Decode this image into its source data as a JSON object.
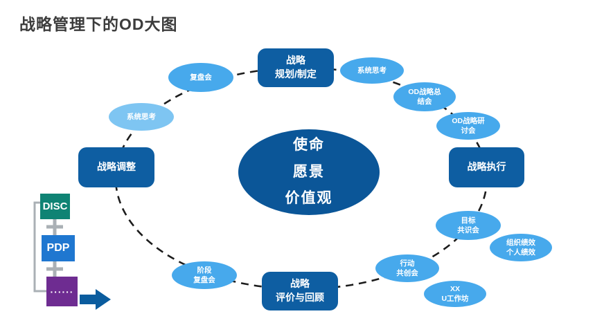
{
  "slide": {
    "title": "战略管理下的OD大图"
  },
  "colors": {
    "title_text": "#3c3c3c",
    "dark_node": "#0e5ea2",
    "center_node": "#0b5698",
    "light_node": "#47a9ec",
    "lighter_node": "#7ec5f2",
    "node_text": "#ffffff",
    "dash_line": "#1c1c1c",
    "bracket_gray": "#aab0b5",
    "disc_teal": "#0f8374",
    "pdp_blue": "#1f77d0",
    "dots_purple": "#6e2c91",
    "arrow_blue": "#0a5c9e"
  },
  "center_node": {
    "label": "使命\n愿景\n价值观"
  },
  "main_nodes": [
    {
      "id": "strategy-planning",
      "label": "战略\n规划/制定"
    },
    {
      "id": "strategy-execution",
      "label": "战略执行"
    },
    {
      "id": "strategy-review",
      "label": "战略\n评价与回顾"
    },
    {
      "id": "strategy-adjust",
      "label": "战略调整"
    }
  ],
  "sub_nodes": [
    {
      "id": "replay-meeting",
      "label": "复盘会"
    },
    {
      "id": "system-thinking-left",
      "label": "系统思考"
    },
    {
      "id": "system-thinking-right",
      "label": "系统思考"
    },
    {
      "id": "od-strategy-summary",
      "label": "OD战略总\n结会"
    },
    {
      "id": "od-strategy-seminar",
      "label": "OD战略研\n讨会"
    },
    {
      "id": "goal-consensus",
      "label": "目标\n共识会"
    },
    {
      "id": "org-personal-performance",
      "label": "组织绩效\n个人绩效"
    },
    {
      "id": "action-cocreation",
      "label": "行动\n共创会"
    },
    {
      "id": "u-workshop",
      "label": "XX\nU工作坊"
    },
    {
      "id": "stage-replay",
      "label": "阶段\n复盘会"
    }
  ],
  "toolkit": {
    "items": [
      {
        "id": "disc",
        "label": "DISC"
      },
      {
        "id": "pdp",
        "label": "PDP"
      },
      {
        "id": "more",
        "label": "······"
      }
    ]
  }
}
